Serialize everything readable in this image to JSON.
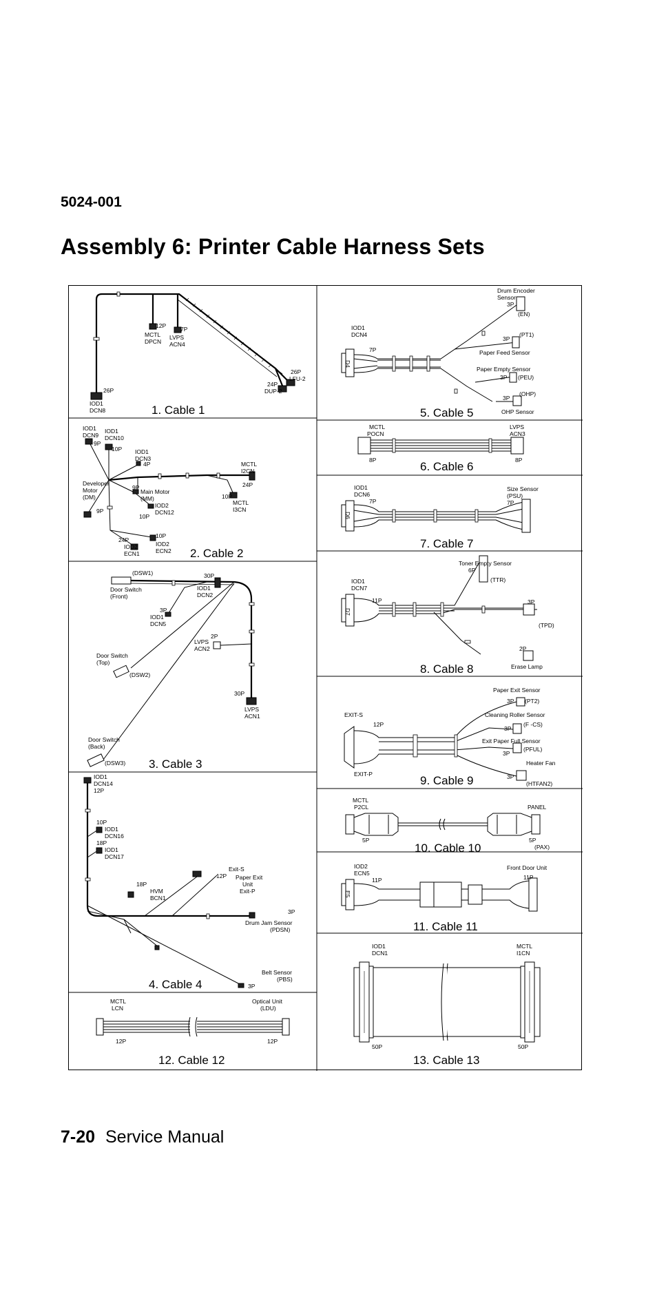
{
  "header": {
    "doc_number": "5024-001",
    "title": "Assembly 6:  Printer Cable Harness Sets"
  },
  "footer": {
    "page": "7-20",
    "manual": "Service Manual"
  },
  "cables": {
    "c1": {
      "caption": "1. Cable 1",
      "l1": "12P",
      "l2": "MCTL",
      "l3": "DPCN",
      "l4": "7P",
      "l5": "LVPS",
      "l6": "ACN4",
      "l7": "26P",
      "l8": "LFU-2",
      "l9": "24P",
      "l10": "DUP-2",
      "l11": "26P",
      "l12": "IOD1",
      "l13": "DCN8"
    },
    "c2": {
      "caption": "2. Cable 2",
      "l1": "IOD1",
      "l2": "DCN9",
      "l3": "9P",
      "l4": "IOD1",
      "l5": "DCN10",
      "l6": "10P",
      "l7": "IOD1",
      "l8": "DCN3",
      "l9": "4P",
      "l10": "MCTL",
      "l11": "I2CN",
      "l12": "24P",
      "l13": "Developer",
      "l14": "Motor",
      "l15": "(DM)",
      "l16": "9P",
      "l17": "9P",
      "l18": "Main Motor",
      "l19": "(MM)",
      "l20": "10P",
      "l21": "MCTL",
      "l22": "I3CN",
      "l23": "IOD2",
      "l24": "DCN12",
      "l25": "10P",
      "l26": "24P",
      "l27": "10P",
      "l28": "IOD2",
      "l29": "ECN1",
      "l30": "IOD2",
      "l31": "ECN2"
    },
    "c3": {
      "caption": "3. Cable 3",
      "l1": "(DSW1)",
      "l2": "Door Switch",
      "l3": "(Front)",
      "l4": "30P",
      "l5": "IOD1",
      "l6": "DCN2",
      "l7": "3P",
      "l8": "IOD1",
      "l9": "DCN5",
      "l10": "2P",
      "l11": "LVPS",
      "l12": "ACN2",
      "l13": "Door Switch",
      "l14": "(Top)",
      "l15": "(DSW2)",
      "l16": "30P",
      "l17": "LVPS",
      "l18": "ACN1",
      "l19": "Door Switch",
      "l20": "(Back)",
      "l21": "(DSW3)"
    },
    "c4": {
      "caption": "4. Cable 4",
      "l1": "IOD1",
      "l2": "DCN14",
      "l3": "12P",
      "l4": "10P",
      "l5": "IOD1",
      "l6": "DCN16",
      "l7": "18P",
      "l8": "IOD1",
      "l9": "DCN17",
      "l10": "Exit-S",
      "l11": "12P",
      "l12": "Paper Exit",
      "l13": "Unit",
      "l14": "Exit-P",
      "l15": "18P",
      "l16": "HVM",
      "l17": "BCN1",
      "l18": "3P",
      "l19": "Drum Jam Sensor",
      "l20": "(PDSN)",
      "l21": "Belt Sensor",
      "l22": "(PBS)",
      "l23": "3P"
    },
    "c5": {
      "caption": "5. Cable 5",
      "l1": "Drum Encoder",
      "l2": "Sensor",
      "l3": "3P",
      "l4": "(EN)",
      "l5": "IOD1",
      "l6": "DCN4",
      "l7": "7P",
      "l8": "3P",
      "l9": "(PT1)",
      "l10": "Paper Feed Sensor",
      "l11": "Paper Empty Sensor",
      "l12": "3P",
      "l13": "(PEU)",
      "l14": "3P",
      "l15": "(OHP)",
      "l16": "OHP Sensor",
      "l17": "D4"
    },
    "c6": {
      "caption": "6. Cable 6",
      "l1": "MCTL",
      "l2": "POCN",
      "l3": "LVPS",
      "l4": "ACN3",
      "l5": "8P",
      "l6": "8P"
    },
    "c7": {
      "caption": "7. Cable 7",
      "l1": "IOD1",
      "l2": "DCN6",
      "l3": "7P",
      "l4": "Size Sensor",
      "l5": "(PSU)",
      "l6": "7P",
      "l7": "D6"
    },
    "c8": {
      "caption": "8. Cable 8",
      "l1": "Toner Empty Sensor",
      "l2": "6P",
      "l3": "(TTR)",
      "l4": "IOD1",
      "l5": "DCN7",
      "l6": "11P",
      "l7": "3P",
      "l8": "(TPD)",
      "l9": "2P",
      "l10": "Erase Lamp",
      "l11": "D7"
    },
    "c9": {
      "caption": "9. Cable 9",
      "l1": "Paper Exit Sensor",
      "l2": "3P",
      "l3": "(PT2)",
      "l4": "EXIT-S",
      "l5": "Cleaning Roller Sensor",
      "l6": "12P",
      "l7": "3P",
      "l8": "(F -CS)",
      "l9": "Exit Paper Full Sensor",
      "l10": "3P",
      "l11": "(PFUL)",
      "l12": "Heater Fan",
      "l13": "3P",
      "l14": "(HTFAN2)",
      "l15": "EXIT-P"
    },
    "c10": {
      "caption": "10. Cable 10",
      "l1": "MCTL",
      "l2": "P2CL",
      "l3": "PANEL",
      "l4": "5P",
      "l5": "5P",
      "l6": "(PAX)"
    },
    "c11": {
      "caption": "11. Cable 11",
      "l1": "IOD2",
      "l2": "ECN5",
      "l3": "11P",
      "l4": "Front Door Unit",
      "l5": "11P",
      "l6": "E5"
    },
    "c12": {
      "caption": "12. Cable 12",
      "l1": "MCTL",
      "l2": "LCN",
      "l3": "Optical Unit",
      "l4": "(LDU)",
      "l5": "12P",
      "l6": "12P"
    },
    "c13": {
      "caption": "13. Cable 13",
      "l1": "IOD1",
      "l2": "DCN1",
      "l3": "MCTL",
      "l4": "I1CN",
      "l5": "50P",
      "l6": "50P"
    }
  }
}
